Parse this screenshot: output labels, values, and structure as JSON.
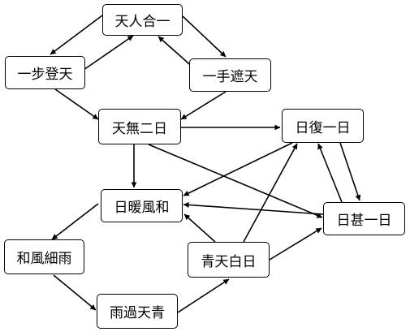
{
  "nodes": [
    {
      "id": "tianrenheyi",
      "label": "天人合一"
    },
    {
      "id": "yibudengtian",
      "label": "一步登天"
    },
    {
      "id": "yishouzhetian",
      "label": "一手遮天"
    },
    {
      "id": "tianwuerri",
      "label": "天無二日"
    },
    {
      "id": "rifuyiri",
      "label": "日復一日"
    },
    {
      "id": "rinuanfenghe",
      "label": "日暖風和"
    },
    {
      "id": "rishenyiri",
      "label": "日甚一日"
    },
    {
      "id": "hefengxiyu",
      "label": "和風細雨"
    },
    {
      "id": "qingtianbairi",
      "label": "青天白日"
    },
    {
      "id": "yuguotianqing",
      "label": "雨過天青"
    }
  ],
  "edges": [
    {
      "from": "tianrenheyi",
      "to": "yibudengtian"
    },
    {
      "from": "yibudengtian",
      "to": "tianrenheyi"
    },
    {
      "from": "tianrenheyi",
      "to": "yishouzhetian"
    },
    {
      "from": "yishouzhetian",
      "to": "tianrenheyi"
    },
    {
      "from": "yibudengtian",
      "to": "tianwuerri"
    },
    {
      "from": "yishouzhetian",
      "to": "tianwuerri"
    },
    {
      "from": "tianwuerri",
      "to": "rifuyiri"
    },
    {
      "from": "tianwuerri",
      "to": "rinuanfenghe"
    },
    {
      "from": "tianwuerri",
      "to": "rishenyiri"
    },
    {
      "from": "rifuyiri",
      "to": "rinuanfenghe"
    },
    {
      "from": "rifuyiri",
      "to": "rishenyiri"
    },
    {
      "from": "rishenyiri",
      "to": "rifuyiri"
    },
    {
      "from": "rishenyiri",
      "to": "rinuanfenghe"
    },
    {
      "from": "rinuanfenghe",
      "to": "hefengxiyu"
    },
    {
      "from": "hefengxiyu",
      "to": "yuguotianqing"
    },
    {
      "from": "yuguotianqing",
      "to": "qingtianbairi"
    },
    {
      "from": "qingtianbairi",
      "to": "rinuanfenghe"
    },
    {
      "from": "qingtianbairi",
      "to": "rifuyiri"
    },
    {
      "from": "qingtianbairi",
      "to": "rishenyiri"
    }
  ]
}
